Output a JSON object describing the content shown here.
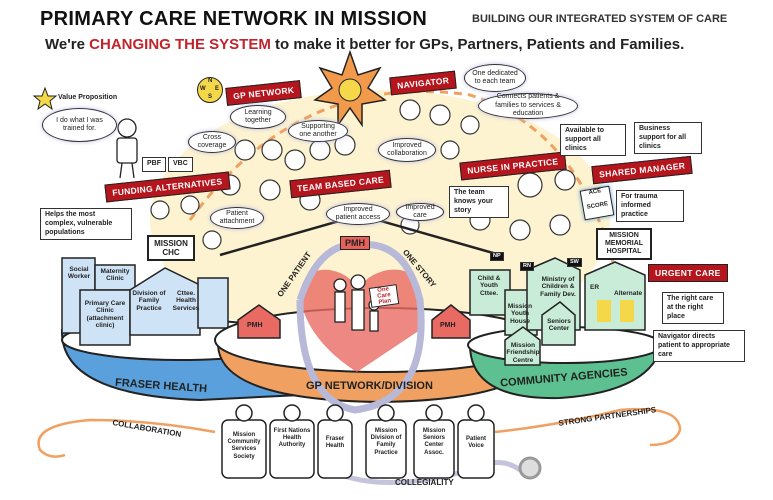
{
  "header": {
    "title": "PRIMARY CARE NETWORK IN MISSION",
    "tagline": "BUILDING OUR INTEGRATED SYSTEM OF CARE",
    "subtitle_pre": "We're",
    "subtitle_highlight": "CHANGING THE SYSTEM",
    "subtitle_post": "to make it better for GPs, Partners, Patients and Families."
  },
  "value_prop": {
    "label": "Value Proposition",
    "quote": "I do what I was trained for."
  },
  "banners": {
    "gp_network": "GP NETWORK",
    "navigator": "NAVIGATOR",
    "funding": "FUNDING ALTERNATIVES",
    "team_based": "TEAM BASED CARE",
    "nurse": "NURSE IN PRACTICE",
    "shared_manager": "SHARED MANAGER",
    "urgent_care": "URGENT CARE"
  },
  "compass": {
    "n": "N",
    "e": "E",
    "s": "S",
    "w": "W"
  },
  "funding_tags": [
    "PBF",
    "VBC"
  ],
  "notes": {
    "funding": "Helps the most complex, vulnerable populations",
    "navigator_1": "One dedicated to each team",
    "navigator_2": "Connects patients & families to services & education",
    "nurse": "Available to support all clinics",
    "manager": "Business support for all clinics",
    "ace": "For trauma informed practice",
    "team_story": "The team knows your story",
    "right_care": "The right care at the right place",
    "navigator_directs": "Navigator directs patient to appropriate care"
  },
  "ace_score": {
    "top": "ACE",
    "bottom": "SCORE"
  },
  "bubbles": {
    "learning": "Learning together",
    "cross": "Cross coverage",
    "supporting": "Supporting one another",
    "collaboration": "Improved collaboration",
    "care": "Improved care",
    "access": "Improved patient access",
    "attachment": "Patient attachment"
  },
  "role_tags": [
    "NP",
    "RN",
    "SW"
  ],
  "fraser": {
    "sign": "MISSION CHC",
    "buildings": [
      "Social Worker",
      "Maternity Clinic",
      "Primary Care Clinic (attachment clinic)",
      "Division of Family Practice",
      "Cttee. Health Services"
    ],
    "base": "FRASER HEALTH"
  },
  "gp": {
    "pmh": "PMH",
    "one_patient": "ONE PATIENT",
    "one_story": "ONE STORY",
    "care_plan": "One Care Plan",
    "base": "GP NETWORK/DIVISION"
  },
  "community": {
    "hospital": "MISSION MEMORIAL HOSPITAL",
    "buildings": [
      "Child & Youth Cttee.",
      "Mission Youth House",
      "Ministry of Children & Family Dev.",
      "Seniors Center",
      "Mission Friendship Centre",
      "ER",
      "Alternate"
    ],
    "base": "COMMUNITY AGENCIES"
  },
  "partners": [
    "Mission Community Services Society",
    "First Nations Health Authority",
    "Fraser Health",
    "Mission Division of Family Practice",
    "Mission Seniors Center Assoc.",
    "Patient Voice"
  ],
  "themes": {
    "collaboration": "COLLABORATION",
    "partnerships": "STRONG PARTNERSHIPS",
    "collegiality": "COLLEGIALITY"
  },
  "colors": {
    "red": "#b5161e",
    "blue": "#5aa0dc",
    "orange": "#f0a060",
    "green": "#5cc090",
    "glow": "#fde9a8"
  }
}
